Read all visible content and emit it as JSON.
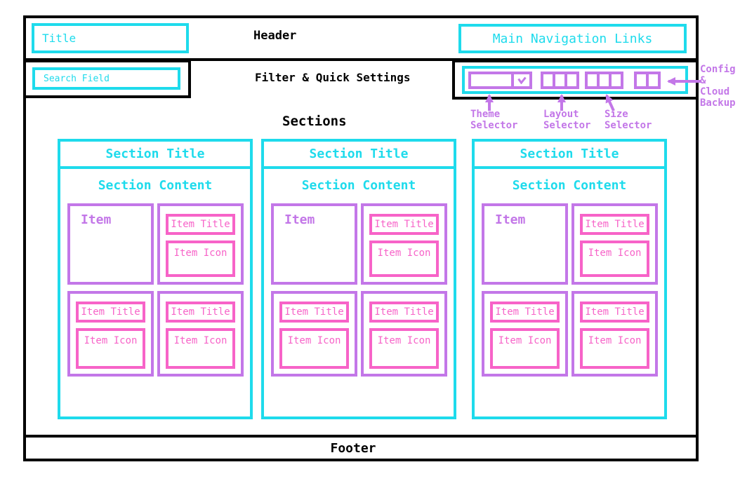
{
  "colors": {
    "cyan": "#1edbec",
    "purple": "#c377e8",
    "pink": "#f763c8",
    "black": "#000000"
  },
  "header": {
    "title": "Title",
    "label": "Header",
    "nav_links": "Main Navigation Links"
  },
  "filter_bar": {
    "search_field": "Search Field",
    "label": "Filter & Quick Settings",
    "widgets": {
      "theme_dropdown": {
        "name": "theme-selector-dropdown",
        "icon": "checkmark-icon"
      },
      "layout_selector_segments": 3,
      "size_selector_segments": 3,
      "config_backup_segments": 2
    }
  },
  "annotations": {
    "theme": "Theme\nSelector",
    "layout": "Layout\nSelector",
    "size": "Size\nSelector",
    "config": "Config\n&\nCloud\nBackup"
  },
  "sections_label": "Sections",
  "sections": [
    {
      "title": "Section Title",
      "content_label": "Section Content",
      "items": [
        {
          "type": "plain",
          "label": "Item"
        },
        {
          "type": "titled",
          "title": "Item Title",
          "icon": "Item Icon"
        },
        {
          "type": "titled",
          "title": "Item Title",
          "icon": "Item Icon"
        },
        {
          "type": "titled",
          "title": "Item Title",
          "icon": "Item Icon"
        }
      ]
    },
    {
      "title": "Section Title",
      "content_label": "Section Content",
      "items": [
        {
          "type": "plain",
          "label": "Item"
        },
        {
          "type": "titled",
          "title": "Item Title",
          "icon": "Item Icon"
        },
        {
          "type": "titled",
          "title": "Item Title",
          "icon": "Item Icon"
        },
        {
          "type": "titled",
          "title": "Item Title",
          "icon": "Item Icon"
        }
      ]
    },
    {
      "title": "Section Title",
      "content_label": "Section Content",
      "items": [
        {
          "type": "plain",
          "label": "Item"
        },
        {
          "type": "titled",
          "title": "Item Title",
          "icon": "Item Icon"
        },
        {
          "type": "titled",
          "title": "Item Title",
          "icon": "Item Icon"
        },
        {
          "type": "titled",
          "title": "Item Title",
          "icon": "Item Icon"
        }
      ]
    }
  ],
  "footer": {
    "label": "Footer"
  }
}
